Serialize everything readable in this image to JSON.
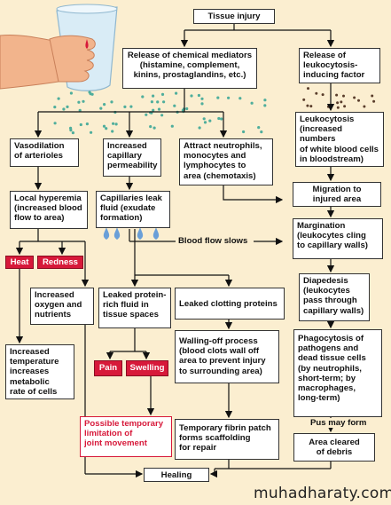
{
  "boxes": {
    "tissue_injury": "Tissue injury",
    "release_mediators": "Release of chemical mediators\n(histamine, complement,\nkinins, prostaglandins, etc.)",
    "release_leukocytosis": "Release of\nleukocytosis-\ninducing factor",
    "vasodilation": "Vasodilation\nof arterioles",
    "capillary_permeability": "Increased\ncapillary\npermeability",
    "attract_neutrophils": "Attract neutrophils,\nmonocytes and\nlymphocytes to\narea (chemotaxis)",
    "leukocytosis": "Leukocytosis\n(increased numbers\nof white blood cells\nin bloodstream)",
    "local_hyperemia": "Local hyperemia\n(increased blood\nflow to area)",
    "capillaries_leak": "Capillaries leak\nfluid (exudate\nformation)",
    "migration": "Migration to\ninjured area",
    "margination": "Margination\n(leukocytes cling\nto capillary walls)",
    "increased_oxygen": "Increased\noxygen and\nnutrients",
    "leaked_protein": "Leaked protein-\nrich fluid in\ntissue spaces",
    "leaked_clotting": "Leaked clotting proteins",
    "diapedesis": "Diapedesis\n(leukocytes\npass through\ncapillary walls)",
    "increased_temperature": "Increased\ntemperature\nincreases\nmetabolic\nrate of cells",
    "walling_off": "Walling-off process\n(blood clots wall off\narea to prevent injury\nto surrounding area)",
    "phagocytosis": "Phagocytosis of\npathogens and\ndead tissue cells\n(by neutrophils,\nshort-term; by\nmacrophages,\nlong-term)",
    "limitation": "Possible temporary\nlimitation of\njoint movement",
    "fibrin_patch": "Temporary fibrin patch\nforms scaffolding\nfor repair",
    "area_cleared": "Area cleared\nof debris",
    "healing": "Healing"
  },
  "signs": {
    "heat": "Heat",
    "redness": "Redness",
    "pain": "Pain",
    "swelling": "Swelling"
  },
  "labels": {
    "blood_flow_slows": "Blood flow slows",
    "pus_may_form": "Pus may form"
  },
  "watermark": "muhadharaty.com",
  "colors": {
    "background": "#fbeed0",
    "sign_red": "#d7193a",
    "droplet_blue": "#6a9fd8",
    "dots_teal": "#4fae9c",
    "dots_brown": "#5a3d2b"
  }
}
